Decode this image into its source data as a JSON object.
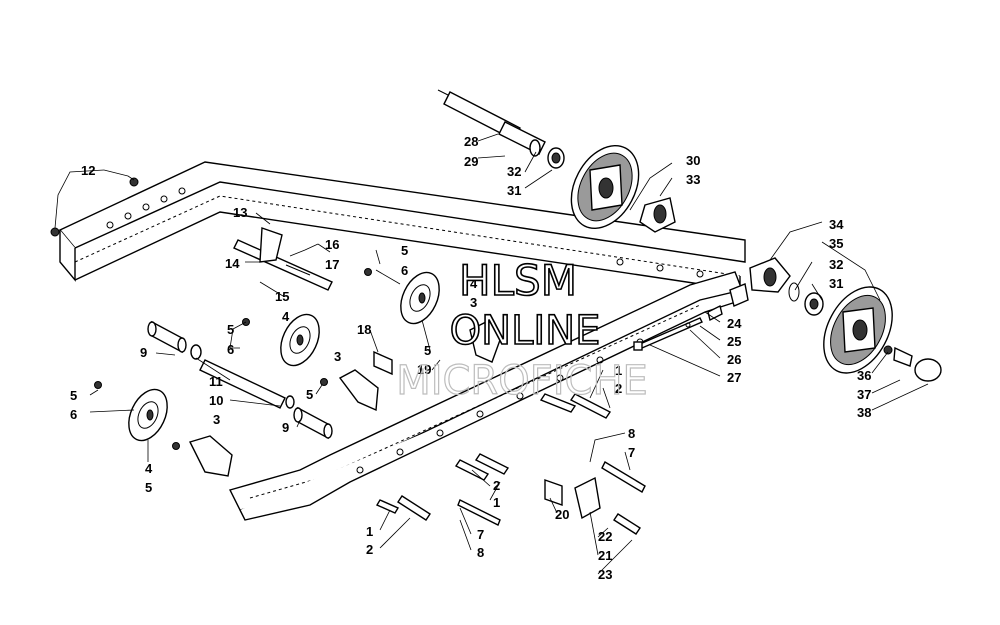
{
  "watermark": {
    "line1": "HLSM",
    "line2": "ONLINE",
    "line3": "MICROFICHE"
  },
  "callouts": [
    {
      "id": "c12",
      "text": "12"
    },
    {
      "id": "c13",
      "text": "13"
    },
    {
      "id": "c14",
      "text": "14"
    },
    {
      "id": "c15",
      "text": "15"
    },
    {
      "id": "c16",
      "text": "16"
    },
    {
      "id": "c17",
      "text": "17"
    },
    {
      "id": "c9a",
      "text": "9"
    },
    {
      "id": "c5a",
      "text": "5"
    },
    {
      "id": "c6a",
      "text": "6"
    },
    {
      "id": "c4a",
      "text": "4"
    },
    {
      "id": "c11",
      "text": "11"
    },
    {
      "id": "c10",
      "text": "10"
    },
    {
      "id": "c3a",
      "text": "3"
    },
    {
      "id": "c5b",
      "text": "5"
    },
    {
      "id": "c6b",
      "text": "6"
    },
    {
      "id": "c3b",
      "text": "3"
    },
    {
      "id": "c9b",
      "text": "9"
    },
    {
      "id": "c4b",
      "text": "4"
    },
    {
      "id": "c5c",
      "text": "5"
    },
    {
      "id": "c5d",
      "text": "5"
    },
    {
      "id": "c18",
      "text": "18"
    },
    {
      "id": "c5e",
      "text": "5"
    },
    {
      "id": "c6e",
      "text": "6"
    },
    {
      "id": "c4e",
      "text": "4"
    },
    {
      "id": "c3e",
      "text": "3"
    },
    {
      "id": "c5f",
      "text": "5"
    },
    {
      "id": "c19",
      "text": "19"
    },
    {
      "id": "c28",
      "text": "28"
    },
    {
      "id": "c29",
      "text": "29"
    },
    {
      "id": "c32a",
      "text": "32"
    },
    {
      "id": "c31a",
      "text": "31"
    },
    {
      "id": "c30",
      "text": "30"
    },
    {
      "id": "c33",
      "text": "33"
    },
    {
      "id": "c34",
      "text": "34"
    },
    {
      "id": "c35",
      "text": "35"
    },
    {
      "id": "c32b",
      "text": "32"
    },
    {
      "id": "c31b",
      "text": "31"
    },
    {
      "id": "c24",
      "text": "24"
    },
    {
      "id": "c25",
      "text": "25"
    },
    {
      "id": "c26",
      "text": "26"
    },
    {
      "id": "c27",
      "text": "27"
    },
    {
      "id": "c36",
      "text": "36"
    },
    {
      "id": "c37",
      "text": "37"
    },
    {
      "id": "c38",
      "text": "38"
    },
    {
      "id": "c1a",
      "text": "1"
    },
    {
      "id": "c2a",
      "text": "2"
    },
    {
      "id": "c8a",
      "text": "8"
    },
    {
      "id": "c7a",
      "text": "7"
    },
    {
      "id": "c2b",
      "text": "2"
    },
    {
      "id": "c1b",
      "text": "1"
    },
    {
      "id": "c20",
      "text": "20"
    },
    {
      "id": "c22",
      "text": "22"
    },
    {
      "id": "c21",
      "text": "21"
    },
    {
      "id": "c23",
      "text": "23"
    },
    {
      "id": "c1c",
      "text": "1"
    },
    {
      "id": "c2c",
      "text": "2"
    },
    {
      "id": "c7b",
      "text": "7"
    },
    {
      "id": "c8b",
      "text": "8"
    }
  ]
}
